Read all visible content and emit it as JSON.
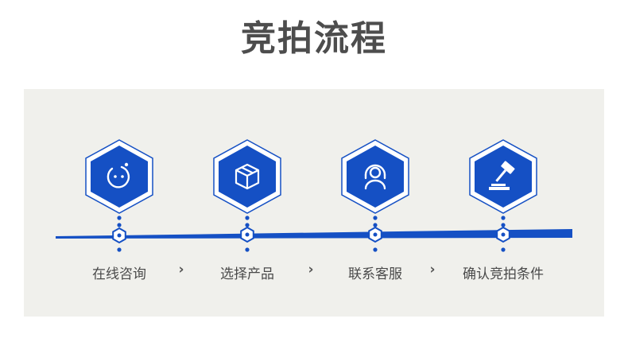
{
  "title": "竞拍流程",
  "colors": {
    "accent": "#1550c4",
    "panel": "#f0f0ec",
    "text": "#4a4a4a"
  },
  "steps": [
    {
      "label": "在线咨询",
      "icon": "chat-bot-icon"
    },
    {
      "label": "选择产品",
      "icon": "package-box-icon"
    },
    {
      "label": "联系客服",
      "icon": "headset-agent-icon"
    },
    {
      "label": "确认竞拍条件",
      "icon": "auction-gavel-icon"
    }
  ],
  "separators": [
    "›",
    "›",
    "›"
  ]
}
